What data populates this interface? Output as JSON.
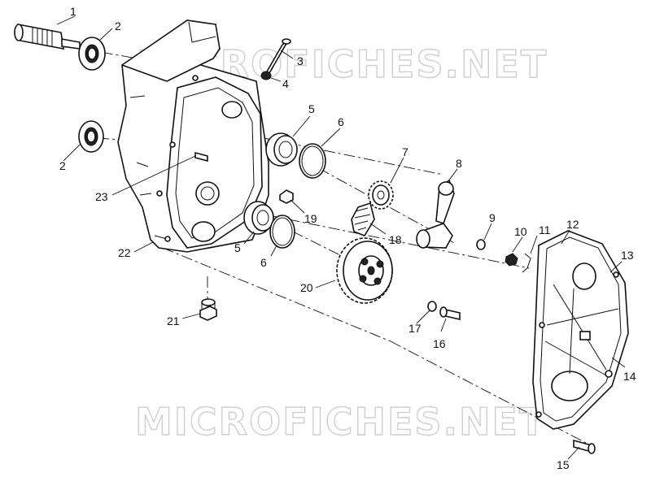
{
  "watermark": {
    "top": "MICROFICHES.NET",
    "bottom": "MICROFICHES.NET"
  },
  "callouts": [
    {
      "id": "c1",
      "label": "1"
    },
    {
      "id": "c2a",
      "label": "2"
    },
    {
      "id": "c2b",
      "label": "2"
    },
    {
      "id": "c3",
      "label": "3"
    },
    {
      "id": "c4",
      "label": "4"
    },
    {
      "id": "c5a",
      "label": "5"
    },
    {
      "id": "c5b",
      "label": "5"
    },
    {
      "id": "c6a",
      "label": "6"
    },
    {
      "id": "c6b",
      "label": "6"
    },
    {
      "id": "c7",
      "label": "7"
    },
    {
      "id": "c8",
      "label": "8"
    },
    {
      "id": "c9",
      "label": "9"
    },
    {
      "id": "c10",
      "label": "10"
    },
    {
      "id": "c11",
      "label": "11"
    },
    {
      "id": "c12",
      "label": "12"
    },
    {
      "id": "c13",
      "label": "13"
    },
    {
      "id": "c14",
      "label": "14"
    },
    {
      "id": "c15",
      "label": "15"
    },
    {
      "id": "c16",
      "label": "16"
    },
    {
      "id": "c17",
      "label": "17"
    },
    {
      "id": "c18",
      "label": "18"
    },
    {
      "id": "c19",
      "label": "19"
    },
    {
      "id": "c20",
      "label": "20"
    },
    {
      "id": "c21",
      "label": "21"
    },
    {
      "id": "c22",
      "label": "22"
    },
    {
      "id": "c23",
      "label": "23"
    }
  ]
}
